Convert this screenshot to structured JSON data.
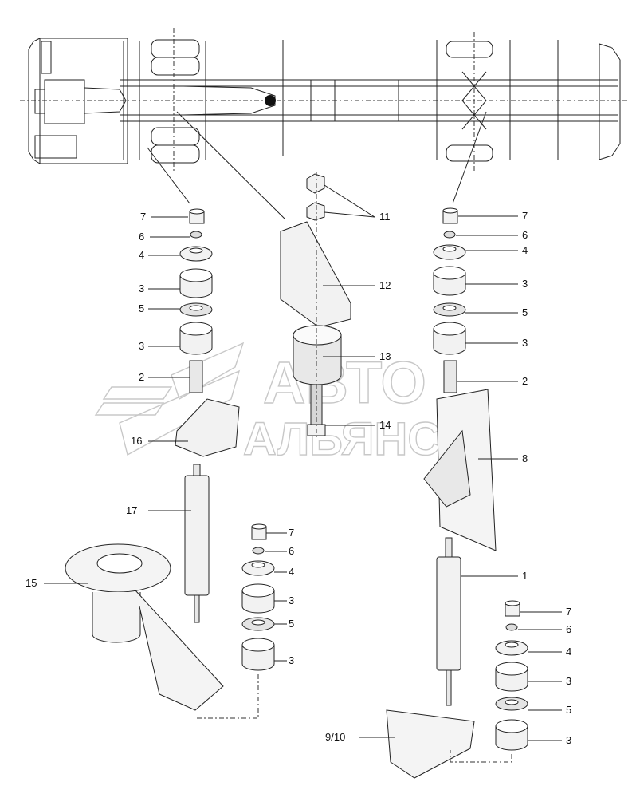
{
  "colors": {
    "line": "#222222",
    "part_fill": "#f2f2f2",
    "shade": "#cfcfcf",
    "watermark": "#c8c8c8"
  },
  "watermark": {
    "line1": "АВТО",
    "line2": "АЛЬЯНС"
  },
  "labels": {
    "l7a": "7",
    "l6a": "6",
    "l4a": "4",
    "l3a": "3",
    "l5a": "5",
    "l3b": "3",
    "l2a": "2",
    "l16": "16",
    "l17": "17",
    "l15": "15",
    "l11": "11",
    "l12": "12",
    "l13": "13",
    "l14": "14",
    "l7b": "7",
    "l6b": "6",
    "l4b": "4",
    "l3c": "3",
    "l5b": "5",
    "l3d": "3",
    "l2b": "2",
    "l8": "8",
    "l1": "1",
    "l7c": "7",
    "l6c": "6",
    "l4c": "4",
    "l3e": "3",
    "l5c": "5",
    "l3f": "3",
    "l7d": "7",
    "l6d": "6",
    "l4d": "4",
    "l3g": "3",
    "l5d": "5",
    "l3h": "3",
    "l910": "9/10"
  }
}
